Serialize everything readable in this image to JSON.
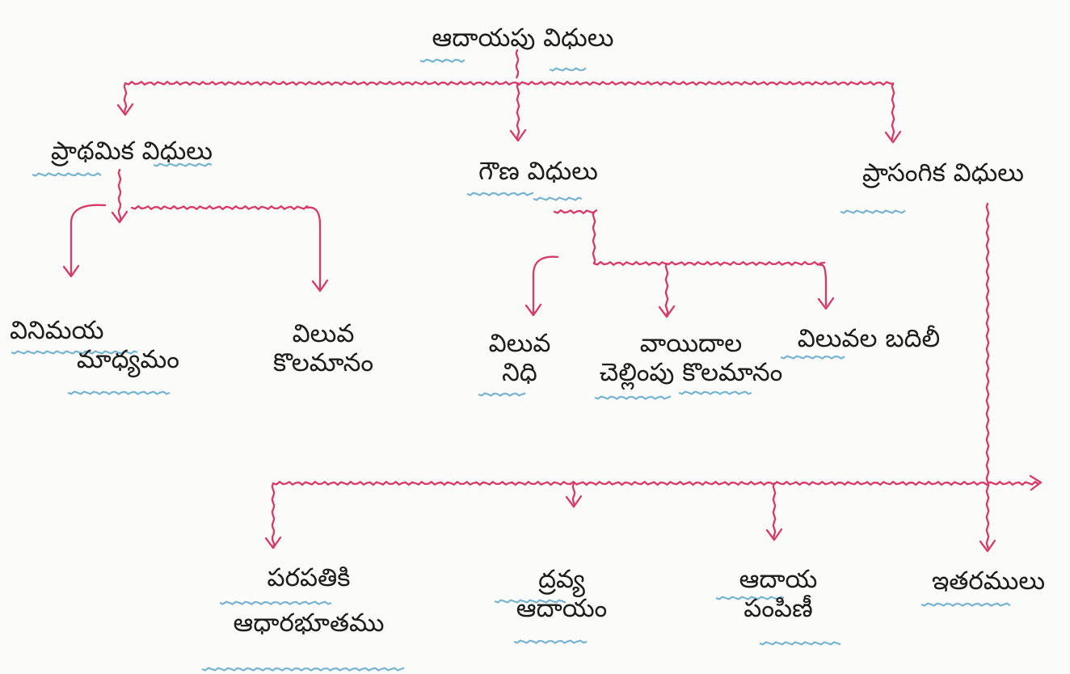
{
  "colors": {
    "connector": "#d63a68",
    "ink": "#1d1d1d",
    "underline": "#5fa7c9",
    "paper": "#fbfbf9"
  },
  "nodes": {
    "root": {
      "lines": [
        "ఆదాయపు విధులు"
      ]
    },
    "primary": {
      "lines": [
        "ప్రాథమిక విధులు"
      ]
    },
    "secondary": {
      "lines": [
        "గౌణ విధులు"
      ]
    },
    "contingent": {
      "lines": [
        "ప్రాసంగిక విధులు"
      ]
    },
    "medium_exchange": {
      "lines": [
        "వినిమయ",
        "మాధ్యమం"
      ]
    },
    "measure_value": {
      "lines": [
        "విలువ",
        "కొలమానం"
      ]
    },
    "store_value": {
      "lines": [
        "విలువ",
        "నిధి"
      ]
    },
    "deferred_payment": {
      "lines": [
        "వాయిదాల",
        "చెల్లింపు కొలమానం"
      ]
    },
    "transfer_value": {
      "lines": [
        "విలువల బదిలీ"
      ]
    },
    "credit_basis": {
      "lines": [
        "పరపతికి",
        "ఆధారభూతము"
      ]
    },
    "liquidity": {
      "lines": [
        "ద్రవ్య",
        "ఆదాయం"
      ]
    },
    "income_distribution": {
      "lines": [
        "ఆదాయ",
        "పంపిణీ"
      ]
    },
    "others": {
      "lines": [
        "ఇతరములు"
      ]
    }
  }
}
